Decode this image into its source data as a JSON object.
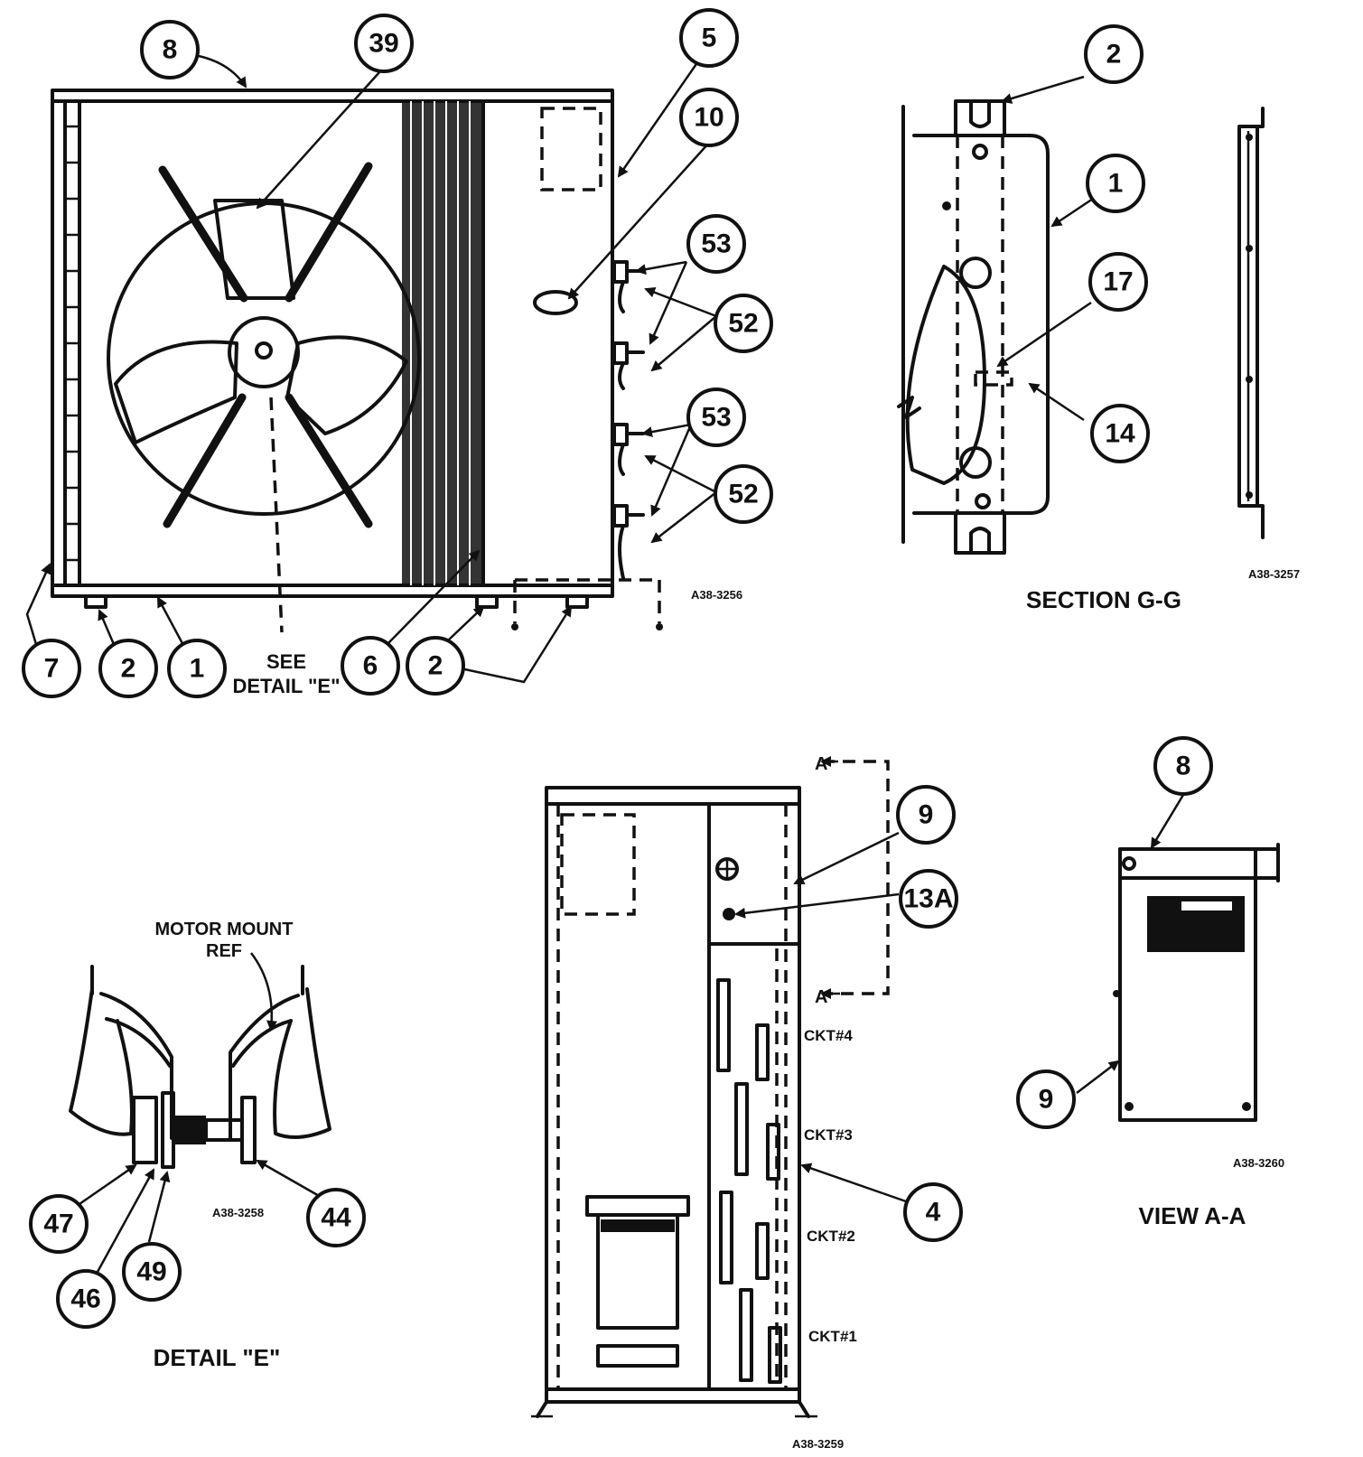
{
  "callouts": {
    "c8_top": "8",
    "c39": "39",
    "c5": "5",
    "c10": "10",
    "c53_a": "53",
    "c52_a": "52",
    "c53_b": "53",
    "c52_b": "52",
    "c7": "7",
    "c2_left": "2",
    "c1_bottom": "1",
    "c6": "6",
    "c2_bottom": "2",
    "c2_section": "2",
    "c1_section": "1",
    "c17": "17",
    "c14": "14",
    "c9_side": "9",
    "c13a": "13A",
    "c4": "4",
    "c8_view": "8",
    "c9_view": "9",
    "c47": "47",
    "c46": "46",
    "c49": "49",
    "c44": "44"
  },
  "labels": {
    "see_detail_line1": "SEE",
    "see_detail_line2": "DETAIL \"E\"",
    "section_gg": "SECTION G-G",
    "motor_mount_line1": "MOTOR MOUNT",
    "motor_mount_line2": "REF",
    "detail_e": "DETAIL \"E\"",
    "view_aa": "VIEW A-A",
    "arrow_a_top": "A",
    "arrow_a_bottom": "A",
    "ckt4": "CKT#4",
    "ckt3": "CKT#3",
    "ckt2": "CKT#2",
    "ckt1": "CKT#1"
  },
  "refs": {
    "front_view": "A38-3256",
    "section_bracket": "A38-3257",
    "detail_e": "A38-3258",
    "side_view": "A38-3259",
    "view_aa": "A38-3260"
  }
}
